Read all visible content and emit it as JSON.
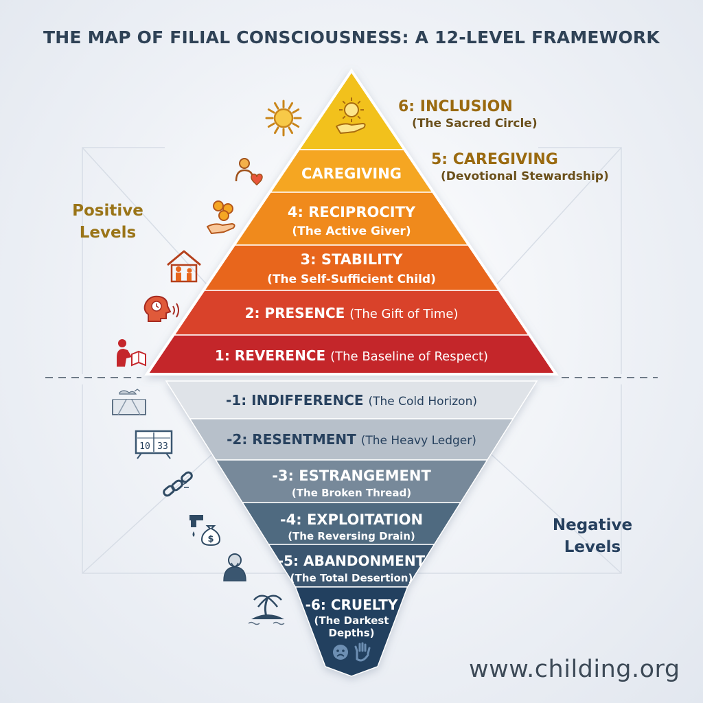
{
  "title": "THE MAP OF FILIAL CONSCIOUSNESS: A 12-LEVEL FRAMEWORK",
  "side_labels": {
    "positive_line1": "Positive",
    "positive_line2": "Levels",
    "negative_line1": "Negative",
    "negative_line2": "Levels"
  },
  "positive_levels": [
    {
      "name": "6: INCLUSION",
      "subtitle": "(The Sacred Circle)",
      "color": "#f2c11f",
      "icon": "sun-hand-icon"
    },
    {
      "name": "CAREGIVING",
      "color": "#f5a623",
      "icon": "caregiver-heart-icon"
    },
    {
      "name": "4: RECIPROCITY",
      "subtitle": "(The Active Giver)",
      "color": "#f08a1c",
      "icon": "coins-hand-icon"
    },
    {
      "name": "3: STABILITY",
      "subtitle": "(The Self-Sufficient Child)",
      "color": "#e8661c",
      "icon": "house-family-icon"
    },
    {
      "name": "2: PRESENCE",
      "subtitle": "(The Gift of Time)",
      "color": "#d9422a",
      "icon": "head-clock-icon"
    },
    {
      "name": "1: REVERENCE",
      "subtitle": "(The Baseline of Respect)",
      "color": "#c4262b",
      "icon": "kneeling-reader-icon"
    }
  ],
  "caregiving_external": {
    "name": "5: CAREGIVING",
    "subtitle": "(Devotional Stewardship)"
  },
  "negative_levels": [
    {
      "name": "-1: INDIFFERENCE",
      "subtitle": "(The Cold Horizon)",
      "color": "#dfe3e8",
      "icon": "cold-horizon-icon"
    },
    {
      "name": "-2: RESENTMENT",
      "subtitle": "(The Heavy Ledger)",
      "color": "#b7c0ca",
      "icon": "ledger-board-icon"
    },
    {
      "name": "-3: ESTRANGEMENT",
      "subtitle": "(The Broken Thread)",
      "color": "#77899a",
      "icon": "broken-chain-icon"
    },
    {
      "name": "-4: EXPLOITATION",
      "subtitle": "(The Reversing Drain)",
      "color": "#4f6a80",
      "icon": "faucet-moneybag-icon"
    },
    {
      "name": "-5: ABANDONMENT",
      "subtitle": "(The Total Desertion)",
      "color": "#3a5670",
      "icon": "elder-person-icon"
    },
    {
      "name": "-6: CRUELTY",
      "subtitle": "(The Darkest",
      "subtitle2": "Depths)",
      "color": "#22405e",
      "icon": "island-palm-icon"
    }
  ],
  "bottom_icons": [
    "sad-face-icon",
    "raised-hand-icon"
  ],
  "ledger_numbers": [
    "10",
    "33"
  ],
  "website": "www.childing.org"
}
